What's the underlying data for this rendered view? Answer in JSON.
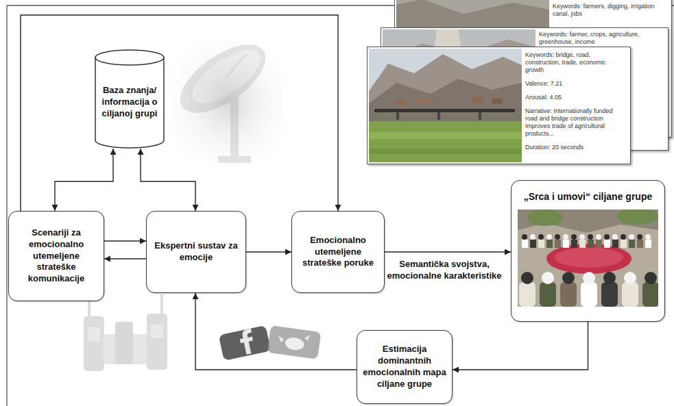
{
  "diagram": {
    "nodes": [
      {
        "text": [
          "Baza znanja/ informacija o ciljanoj grupi"
        ]
      },
      {
        "text": [
          "Scenariji za emocionalno utemeljene strateške komunikacije"
        ]
      },
      {
        "text": [
          "Ekspertni sustav za emocije"
        ]
      },
      {
        "text": [
          "Emocionalno utemeljene strateške poruke"
        ]
      },
      {
        "text": [
          "„Srca i umovi“ ciljane grupe"
        ]
      },
      {
        "text": [
          "Estimacija dominantnih emocionalnih mapa ciljane grupe"
        ]
      },
      {
        "text": [
          "Keywords: farmers, digging, irrigation canal, jobs"
        ]
      },
      {
        "text": [
          "Keywords: farmer, crops, agriculture, greenhouse, income"
        ]
      },
      {
        "text": [
          "Keywords: bridge, road, construction, trade, economic growth",
          "Valence: 7.21",
          "Arousal: 4.05",
          "Narrative: Internationally funded road and bridge construction improves trade of agricultural products...",
          "Duration: 20 seconds"
        ]
      }
    ],
    "edges": [
      {
        "from": 0,
        "to": 1,
        "arrow": "both"
      },
      {
        "from": 0,
        "to": 2,
        "arrow": "both"
      },
      {
        "from": 1,
        "to": 2,
        "arrow": "to"
      },
      {
        "from": 2,
        "to": 1,
        "arrow": "to"
      },
      {
        "from": 2,
        "to": 3,
        "arrow": "to"
      },
      {
        "from": 3,
        "to": 4,
        "label": "Semantička svojstva, emocionalne karakteristike",
        "arrow": "to"
      },
      {
        "from": 1,
        "to": 3,
        "arrow": "to"
      },
      {
        "from": 4,
        "to": 5,
        "arrow": "to"
      },
      {
        "from": 5,
        "to": 2,
        "arrow": "to"
      }
    ]
  }
}
